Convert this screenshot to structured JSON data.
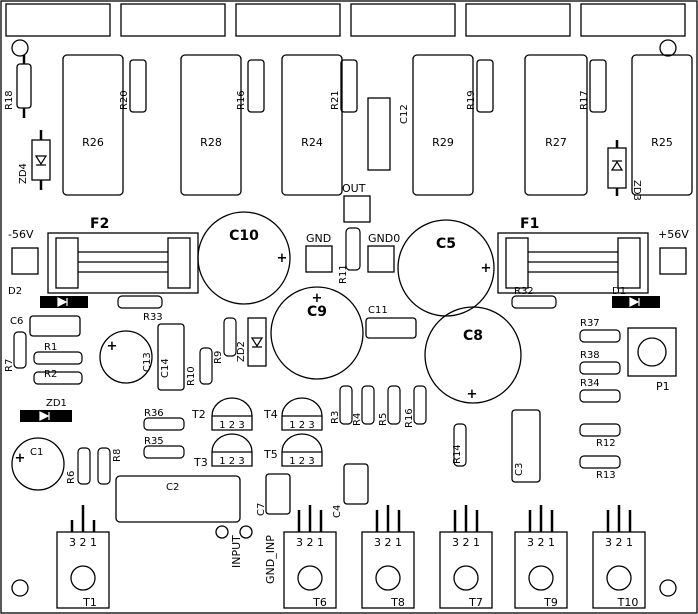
{
  "transistors_top": [
    {
      "name": "T2",
      "pins": "1 2 3"
    },
    {
      "name": "T3",
      "pins": "1 2 3"
    },
    {
      "name": "T4",
      "pins": "1 2 3"
    },
    {
      "name": "T5",
      "pins": "1 2 3"
    }
  ],
  "power_transistors": [
    {
      "name": "T1",
      "pins": "3 2 1"
    },
    {
      "name": "T6",
      "pins": "3 2 1"
    },
    {
      "name": "T8",
      "pins": "3 2 1"
    },
    {
      "name": "T7",
      "pins": "3 2 1"
    },
    {
      "name": "T9",
      "pins": "3 2 1"
    },
    {
      "name": "T10",
      "pins": "3 2 1"
    }
  ],
  "big_resistors": [
    "R26",
    "R28",
    "R24",
    "R29",
    "R27",
    "R25"
  ],
  "vertical_resistors": [
    "R18",
    "R20",
    "R16",
    "R21",
    "R19",
    "R17",
    "R11",
    "R9",
    "R10",
    "R7",
    "R6",
    "R8",
    "R3",
    "R4",
    "R5",
    "R16",
    "R14"
  ],
  "horizontal_resistors": [
    "R33",
    "R32",
    "R1",
    "R2",
    "R36",
    "R35",
    "R37",
    "R38",
    "R34",
    "R12",
    "R13"
  ],
  "capacitors": [
    "C10",
    "C9",
    "C5",
    "C8",
    "C12",
    "C11",
    "C6",
    "C13",
    "C14",
    "C1",
    "C2",
    "C3",
    "C4",
    "C7"
  ],
  "diodes": [
    "ZD4",
    "ZD3",
    "D2",
    "D1",
    "ZD1",
    "ZD2"
  ],
  "fuses": [
    "F2",
    "F1"
  ],
  "terminals": {
    "neg": "-56V",
    "pos": "+56V",
    "out": "OUT",
    "gnd": "GND",
    "gnd0": "GND0",
    "input": "INPUT",
    "gnd_inp": "GND_INP"
  },
  "pot": "P1",
  "plus": "+"
}
